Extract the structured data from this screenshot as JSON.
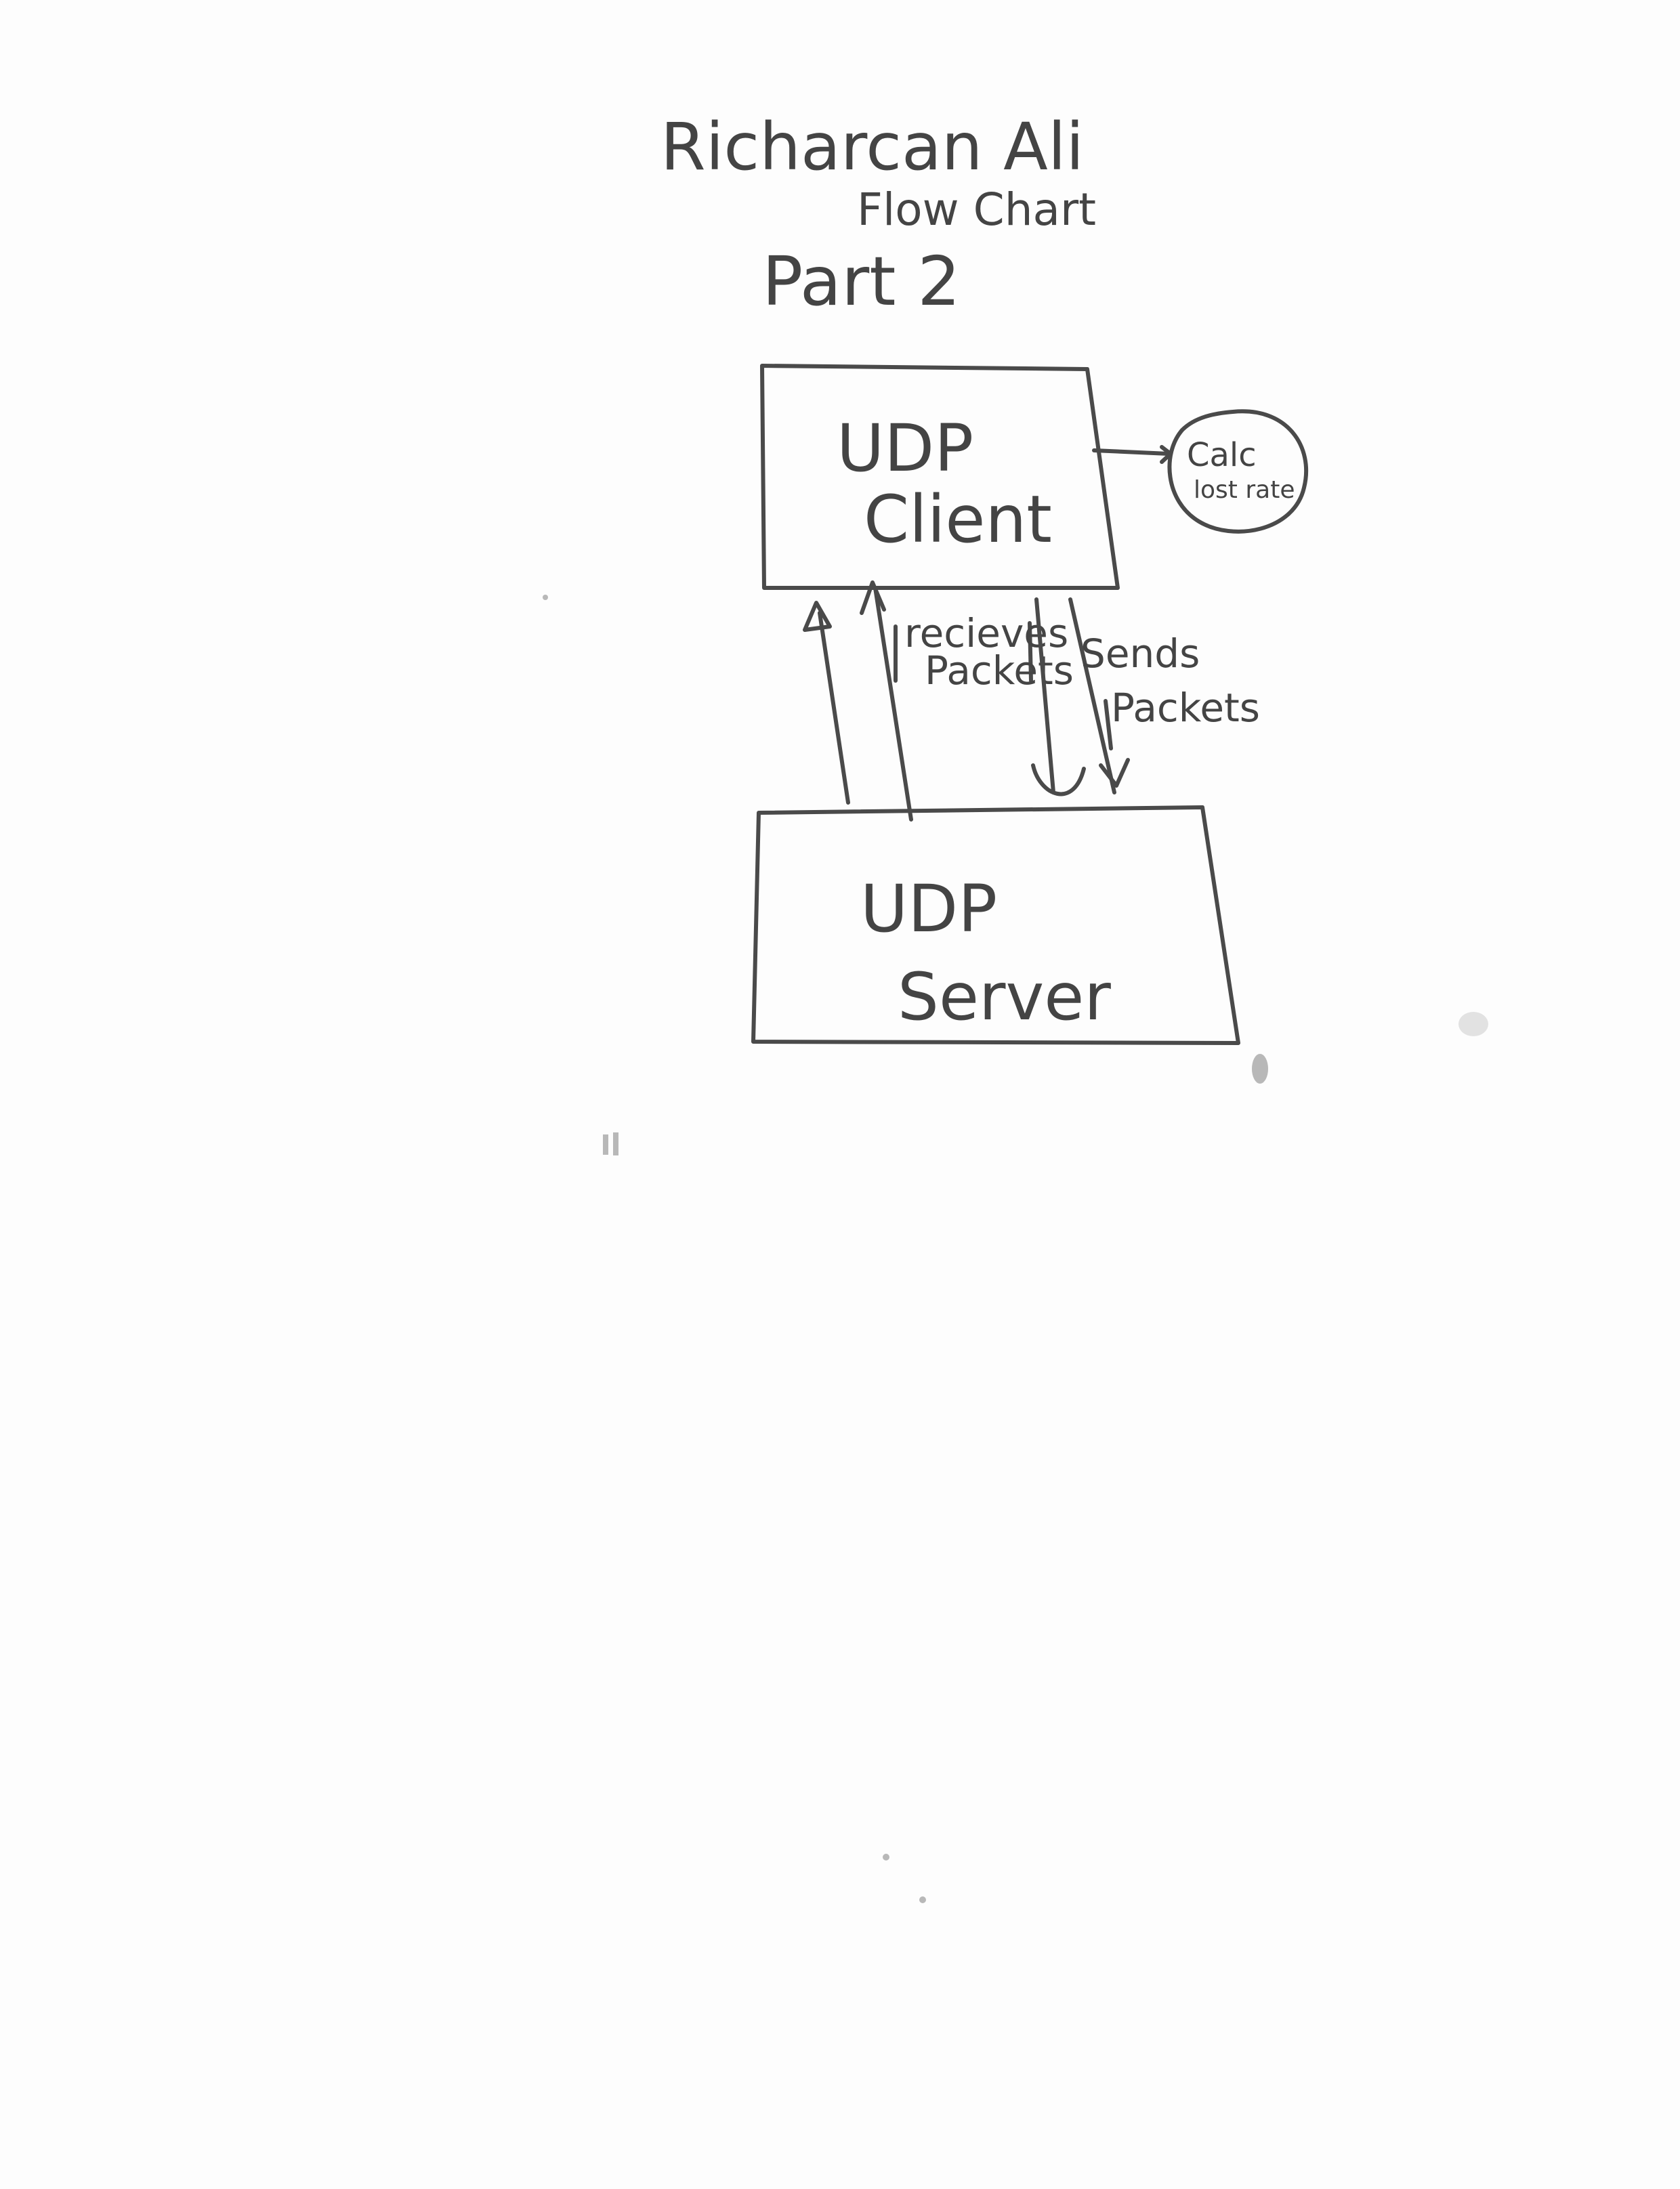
{
  "header": {
    "name": "Richarcan Ali",
    "subtitle": "Flow Chart",
    "part": "Part 2"
  },
  "diagram": {
    "nodes": {
      "client": {
        "line1": "UDP",
        "line2": "Client"
      },
      "server": {
        "line1": "UDP",
        "line2": "Server"
      },
      "calc": {
        "line1": "Calc",
        "line2": "lost rate"
      }
    },
    "edges": {
      "receives": {
        "line1": "recieves",
        "line2": "Packets"
      },
      "sends": {
        "line1": "Sends",
        "line2": "Packets"
      }
    }
  }
}
